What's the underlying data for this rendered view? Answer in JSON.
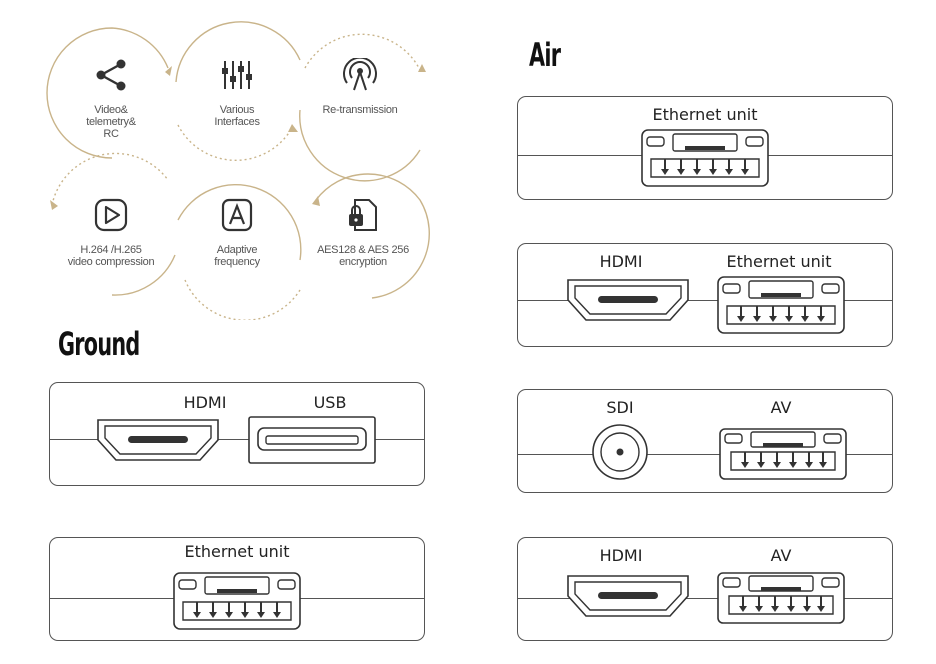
{
  "features": [
    {
      "icon": "share-icon",
      "label": "Video&\ntelemetry&\nRC"
    },
    {
      "icon": "sliders-icon",
      "label": "Various\nInterfaces"
    },
    {
      "icon": "antenna-signal-icon",
      "label": "Re-transmission"
    },
    {
      "icon": "play-icon",
      "label": "H.264 /H.265\nvideo compression"
    },
    {
      "icon": "letter-a-icon",
      "label": "Adaptive\nfrequency"
    },
    {
      "icon": "lock-document-icon",
      "label": "AES128 & AES 256\nencryption"
    }
  ],
  "colors": {
    "accent_gold": "#c9b48a",
    "outline": "#555555"
  },
  "ground": {
    "title": "Ground",
    "panels": [
      {
        "ports": [
          "HDMI",
          "USB"
        ]
      },
      {
        "ports": [
          "Ethernet unit"
        ]
      }
    ]
  },
  "air": {
    "title": "Air",
    "panels": [
      {
        "ports": [
          "Ethernet unit"
        ]
      },
      {
        "ports": [
          "HDMI",
          "Ethernet unit"
        ]
      },
      {
        "ports": [
          "SDI",
          "AV"
        ]
      },
      {
        "ports": [
          "HDMI",
          "AV"
        ]
      }
    ]
  }
}
